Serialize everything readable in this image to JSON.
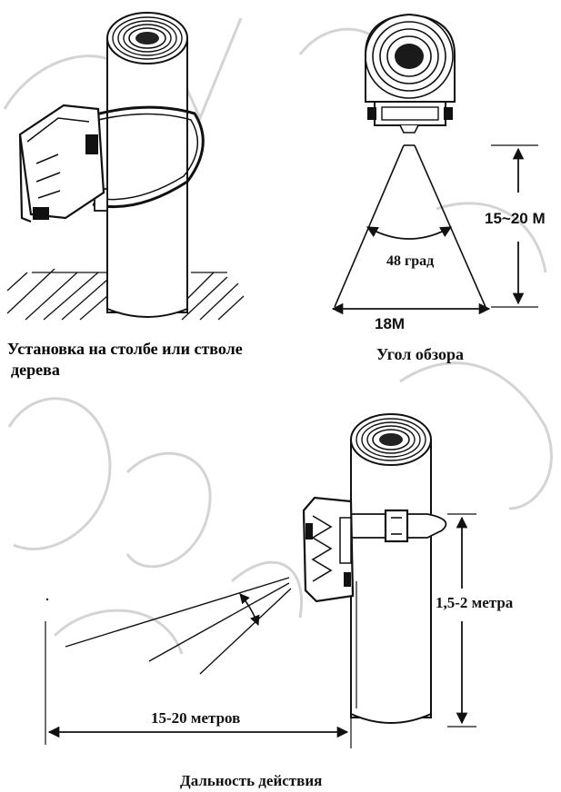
{
  "panels": {
    "pole_mount": {
      "caption_line1": "Установка на столбе или стволе",
      "caption_line2": "дерева"
    },
    "view_angle": {
      "height": "15~20 M",
      "angle": "48 град",
      "width": "18M",
      "caption": "Угол обзора"
    },
    "range": {
      "height": "1,5-2 метра",
      "distance": "15-20 метров",
      "caption": "Дальность действия"
    }
  },
  "colors": {
    "line": "#111111",
    "watermark": "#cfcfcf"
  }
}
